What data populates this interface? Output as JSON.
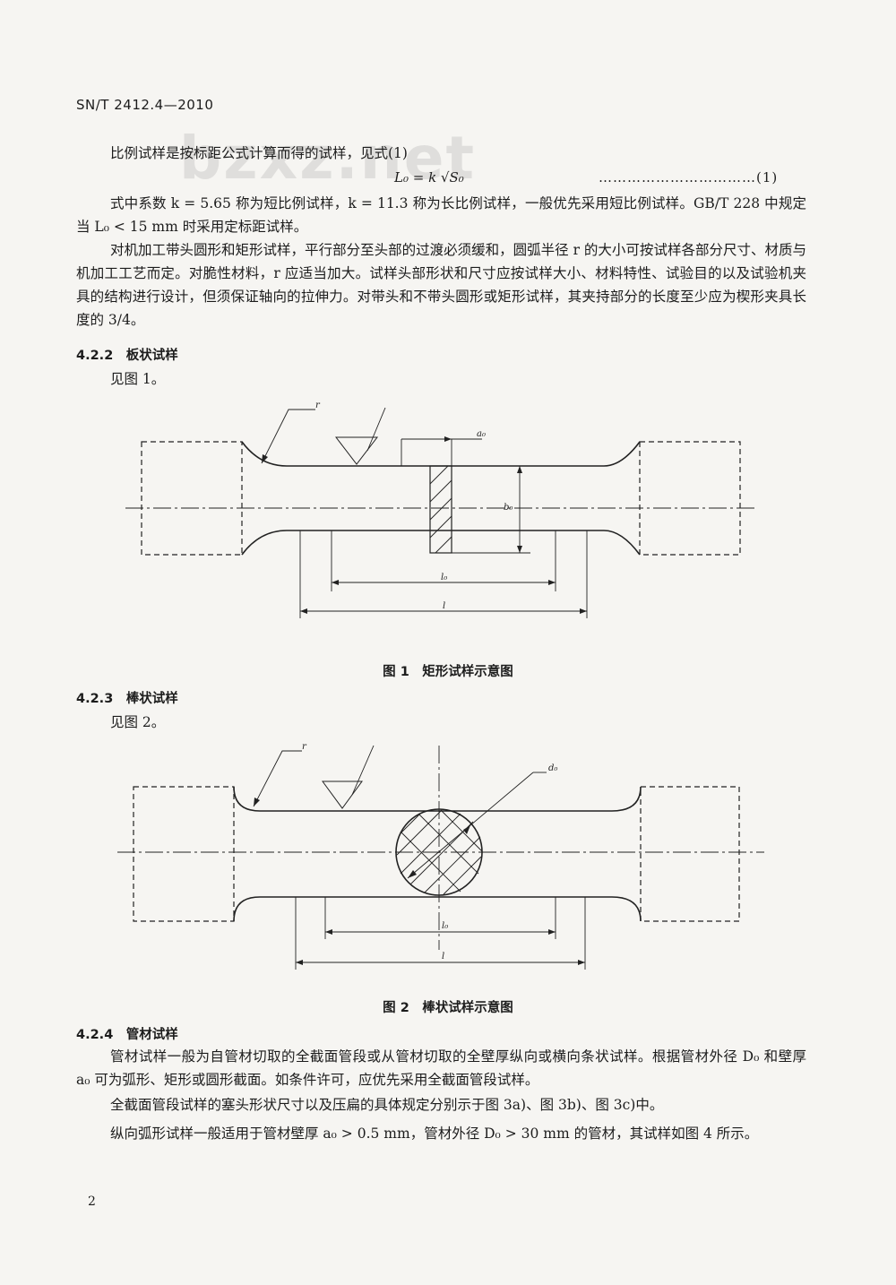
{
  "header": {
    "standard_code": "SN/T 2412.4—2010"
  },
  "watermark": "bzxz.net",
  "sec_intro": {
    "p1": "比例试样是按标距公式计算而得的试样，见式(1)",
    "formula": "L₀ = k √S₀",
    "formula_num": "……………………………(1)",
    "p2": "式中系数 k = 5.65 称为短比例试样，k = 11.3 称为长比例试样，一般优先采用短比例试样。GB/T 228 中规定当 L₀ < 15 mm 时采用定标距试样。",
    "p3": "对机加工带头圆形和矩形试样，平行部分至头部的过渡必须缓和，圆弧半径 r 的大小可按试样各部分尺寸、材质与机加工工艺而定。对脆性材料，r 应适当加大。试样头部形状和尺寸应按试样大小、材料特性、试验目的以及试验机夹具的结构进行设计，但须保证轴向的拉伸力。对带头和不带头圆形或矩形试样，其夹持部分的长度至少应为楔形夹具长度的 3/4。"
  },
  "sec_422": {
    "heading": "4.2.2　板状试样",
    "ref": "见图 1。"
  },
  "fig1": {
    "caption": "图 1　矩形试样示意图",
    "labels": {
      "r": "r",
      "a0": "a₀",
      "b0": "b₀",
      "l0": "l₀",
      "l": "l"
    }
  },
  "sec_423": {
    "heading": "4.2.3　棒状试样",
    "ref": "见图 2。"
  },
  "fig2": {
    "caption": "图 2　棒状试样示意图",
    "labels": {
      "r": "r",
      "d0": "d₀",
      "l0": "l₀",
      "l": "l"
    }
  },
  "sec_424": {
    "heading": "4.2.4　管材试样",
    "p1": "管材试样一般为自管材切取的全截面管段或从管材切取的全壁厚纵向或横向条状试样。根据管材外径 D₀ 和壁厚 a₀ 可为弧形、矩形或圆形截面。如条件许可，应优先采用全截面管段试样。",
    "p2": "全截面管段试样的塞头形状尺寸以及压扁的具体规定分别示于图 3a)、图 3b)、图 3c)中。",
    "p3": "纵向弧形试样一般适用于管材壁厚 a₀ > 0.5 mm，管材外径 D₀ > 30 mm 的管材，其试样如图 4 所示。"
  },
  "page_number": "2"
}
